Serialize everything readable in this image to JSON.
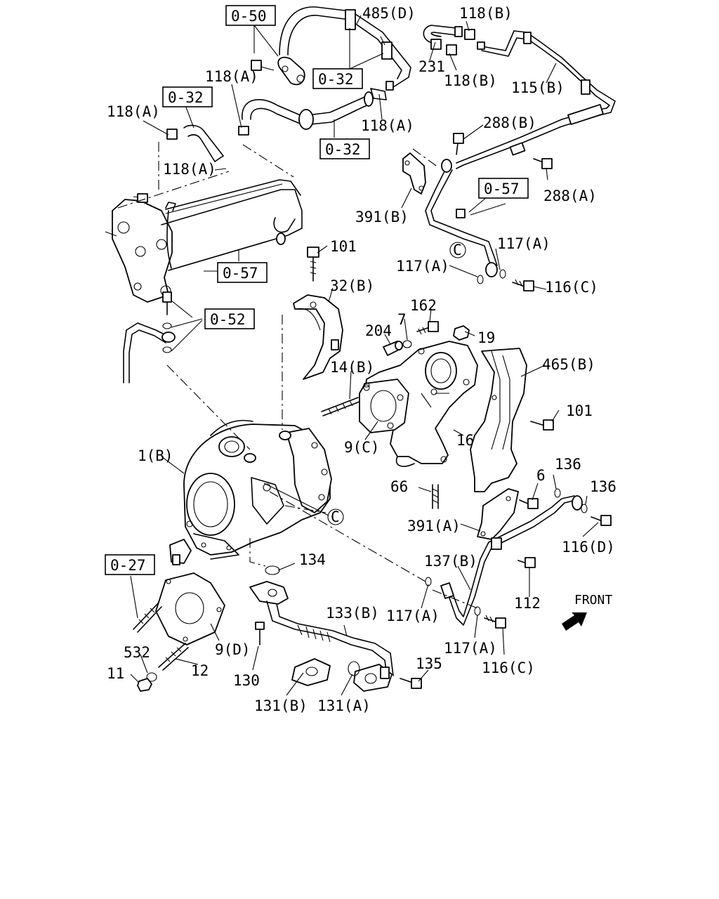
{
  "labels": {
    "l485d": "485(D)",
    "l118b_1": "118(B)",
    "l118b_2": "118(B)",
    "l231": "231",
    "l115b": "115(B)",
    "l118a_1": "118(A)",
    "l118a_2": "118(A)",
    "l118a_3": "118(A)",
    "l118a_4": "118(A)",
    "l288b": "288(B)",
    "l288a": "288(A)",
    "l391b": "391(B)",
    "l101_1": "101",
    "l117a_1": "117(A)",
    "l117a_2": "117(A)",
    "l116c_1": "116(C)",
    "l32b": "32(B)",
    "l162": "162",
    "l7": "7",
    "l204": "204",
    "l19": "19",
    "l465b": "465(B)",
    "l14b": "14(B)",
    "l101_2": "101",
    "l9c": "9(C)",
    "l16": "16",
    "l1b": "1(B)",
    "l136_1": "136",
    "l136_2": "136",
    "l6": "6",
    "l66": "66",
    "l391a": "391(A)",
    "l116d": "116(D)",
    "l134": "134",
    "l137b": "137(B)",
    "l112": "112",
    "l117a_3": "117(A)",
    "l133b": "133(B)",
    "l117a_4": "117(A)",
    "l116c_2": "116(C)",
    "l532": "532",
    "l9d": "9(D)",
    "l11": "11",
    "l12": "12",
    "l130": "130",
    "l135": "135",
    "l131b": "131(B)",
    "l131a": "131(A)",
    "circle_c_1": "C",
    "circle_c_2": "C",
    "front": "FRONT"
  },
  "refs": {
    "r050": "0-50",
    "r032_1": "0-32",
    "r032_2": "0-32",
    "r032_3": "0-32",
    "r057_1": "0-57",
    "r057_2": "0-57",
    "r052": "0-52",
    "r027": "0-27"
  }
}
